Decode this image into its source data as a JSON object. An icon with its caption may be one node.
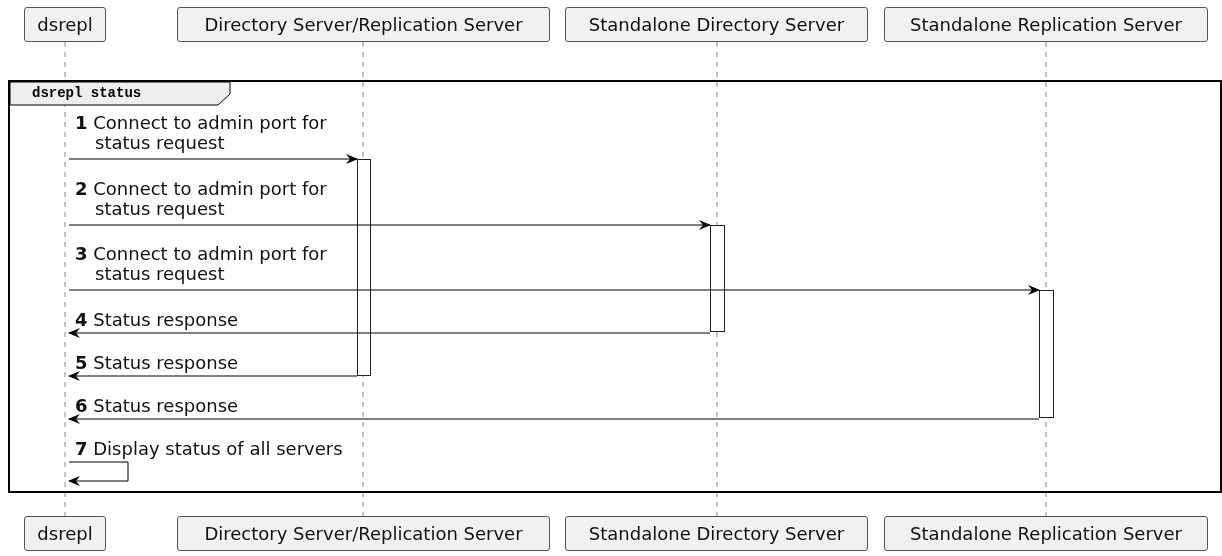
{
  "diagram": {
    "nodes": [
      {
        "text": [
          "dsrepl"
        ]
      },
      {
        "text": [
          "Directory Server/Replication Server"
        ]
      },
      {
        "text": [
          "Standalone Directory Server"
        ]
      },
      {
        "text": [
          "Standalone Replication Server"
        ]
      },
      {
        "text": [],
        "shape": "line"
      },
      {
        "text": [],
        "shape": "line"
      },
      {
        "text": [],
        "shape": "line"
      },
      {
        "text": [],
        "shape": "line"
      },
      {
        "text": [
          "dsrepl status"
        ]
      },
      {
        "text": [],
        "shape": "bar",
        "in": 8
      },
      {
        "text": [],
        "shape": "bar",
        "in": 8
      },
      {
        "text": [],
        "shape": "bar",
        "in": 8
      },
      {
        "text": [
          "dsrepl"
        ]
      },
      {
        "text": [
          "Directory Server/Replication Server"
        ]
      },
      {
        "text": [
          "Standalone Directory Server"
        ]
      },
      {
        "text": [
          "Standalone Replication Server"
        ]
      }
    ],
    "edges": [
      {
        "from": 4,
        "to": 9,
        "arrow": "to",
        "label": "**1** Connect to admin port for status request"
      },
      {
        "from": 4,
        "to": 10,
        "arrow": "to",
        "label": "**2** Connect to admin port for status request"
      },
      {
        "from": 4,
        "to": 11,
        "arrow": "to",
        "label": "**3** Connect to admin port for status request"
      },
      {
        "from": 10,
        "to": 4,
        "arrow": "to",
        "label": "**4** Status response"
      },
      {
        "from": 9,
        "to": 4,
        "arrow": "to",
        "label": "**5** Status response"
      },
      {
        "from": 11,
        "to": 4,
        "arrow": "to",
        "label": "**6** Status response"
      },
      {
        "from": 4,
        "to": 4,
        "arrow": "to",
        "label": "**7** Display status of all servers"
      }
    ]
  }
}
